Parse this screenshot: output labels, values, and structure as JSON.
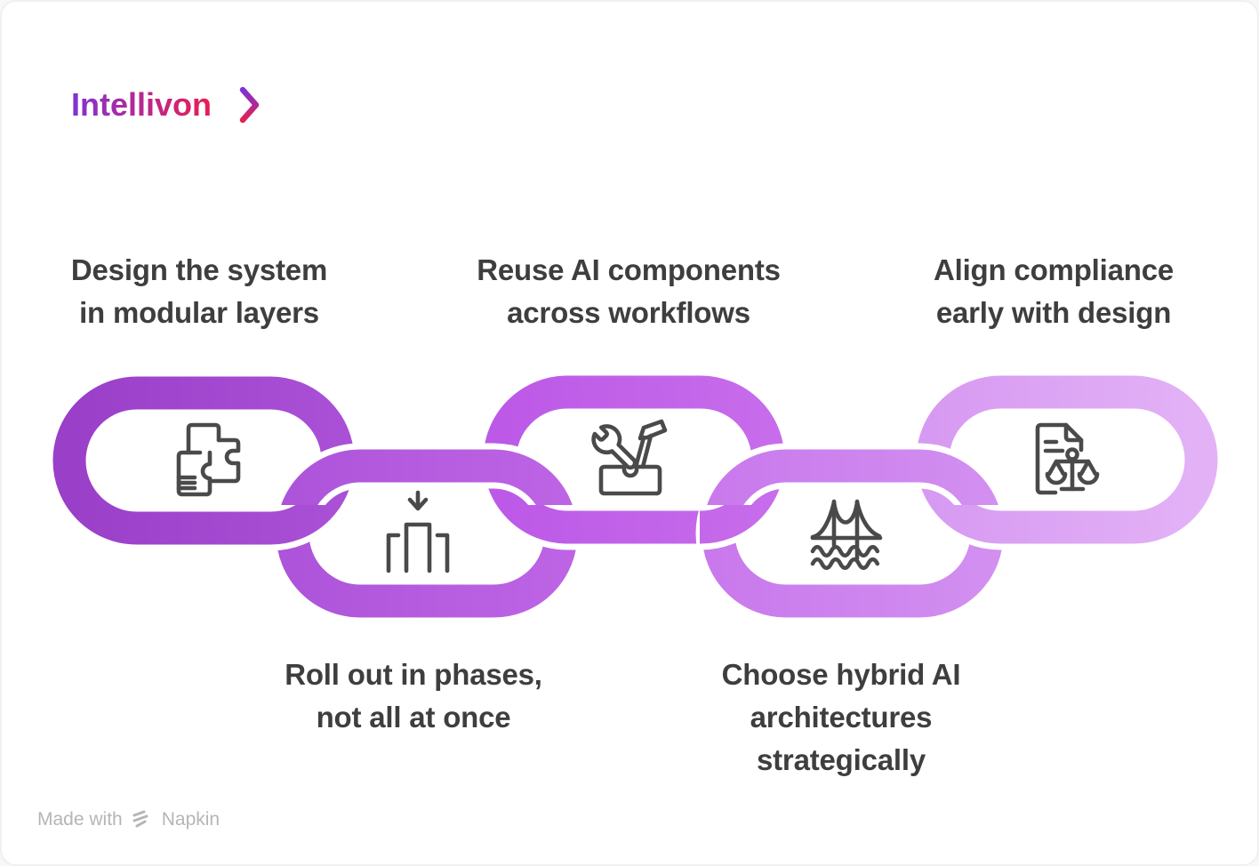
{
  "canvas": {
    "background": "#ffffff",
    "border_color": "#f0f0f0"
  },
  "logo": {
    "text": "Intellivon",
    "gradient_from": "#8133d3",
    "gradient_to": "#ea1e51",
    "chevron_gradient_from": "#7b32d8",
    "chevron_gradient_to": "#e42150"
  },
  "watermark": {
    "prefix": "Made with",
    "brand": "Napkin",
    "color": "#b5b5b5"
  },
  "text_color": "#3e3e3e",
  "icon_stroke": "#4a4a4a",
  "steps": [
    {
      "position": "top",
      "title_lines": [
        "Design the system",
        "in modular layers"
      ],
      "icon": "floor-plan",
      "link_gradient_from": "#9a3fc8",
      "link_gradient_to": "#aa50d6"
    },
    {
      "position": "bottom",
      "title_lines": [
        "Roll out in phases,",
        "not all at once"
      ],
      "icon": "phased-rollout",
      "link_gradient_from": "#ad54da",
      "link_gradient_to": "#bd64e5"
    },
    {
      "position": "top",
      "title_lines": [
        "Reuse AI components",
        "across workflows"
      ],
      "icon": "toolbox",
      "link_gradient_from": "#bc59e7",
      "link_gradient_to": "#c76ceb"
    },
    {
      "position": "bottom",
      "title_lines": [
        "Choose hybrid AI",
        "architectures",
        "strategically"
      ],
      "icon": "bridge",
      "link_gradient_from": "#c979ec",
      "link_gradient_to": "#d28ff0"
    },
    {
      "position": "top",
      "title_lines": [
        "Align compliance",
        "early with design"
      ],
      "icon": "compliance-scales",
      "link_gradient_from": "#d79af2",
      "link_gradient_to": "#e3b2f6"
    }
  ]
}
